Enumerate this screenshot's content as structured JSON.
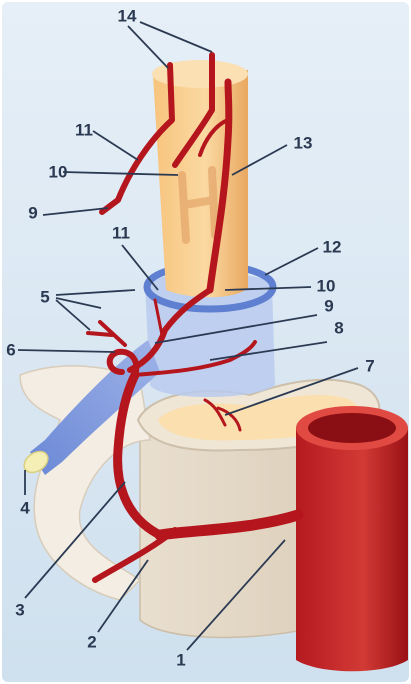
{
  "diagram": {
    "labels": {
      "l1": "1",
      "l2": "2",
      "l3": "3",
      "l4": "4",
      "l5": "5",
      "l6": "6",
      "l7": "7",
      "l8": "8",
      "l9a": "9",
      "l9b": "9",
      "l10a": "10",
      "l10b": "10",
      "l11a": "11",
      "l11b": "11",
      "l12": "12",
      "l13": "13",
      "l14": "14"
    },
    "colors": {
      "frame_background": "#dbe8f3",
      "artery": "#b5161d",
      "artery_dark": "#7e0d12",
      "spinal_cord": "#f4bb73",
      "dura": "#5f7fd0",
      "nerve_root": "#7e9adf",
      "bone": "#f0e8dc",
      "bone_inner": "#fbdfae",
      "leader_line": "#2b3a52"
    }
  }
}
